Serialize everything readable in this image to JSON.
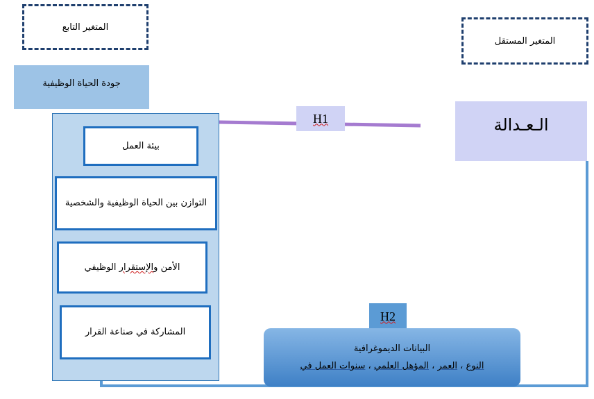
{
  "labels": {
    "dependent_variable": "المتغير التابع",
    "independent_variable": "المتغير المستقل"
  },
  "dependent": {
    "title": "جودة الحياة الوظيفية",
    "items": [
      {
        "text": "بيئة العمل"
      },
      {
        "text": "التوازن بين الحياة الوظيفية والشخصية"
      },
      {
        "text_a": "الأمن و",
        "text_b": "الإستقرار",
        "text_c": " الوظيفي"
      },
      {
        "text": "المشاركة في صناعة القرار"
      }
    ]
  },
  "independent": {
    "title": "الـعـدالة"
  },
  "hypotheses": {
    "h1": "H1",
    "h2": "H2"
  },
  "demographics": {
    "title": "البيانات الديموغرافية",
    "fields": [
      "النوع",
      "العمر",
      "المؤهل العلمي",
      "سنوات العمل في"
    ],
    "separator": " ، "
  },
  "colors": {
    "link_h1": "#A57BD0",
    "link_h2": "#5B9BD5",
    "border_dark": "#1F3F6E",
    "item_border": "#1F6EBF"
  }
}
